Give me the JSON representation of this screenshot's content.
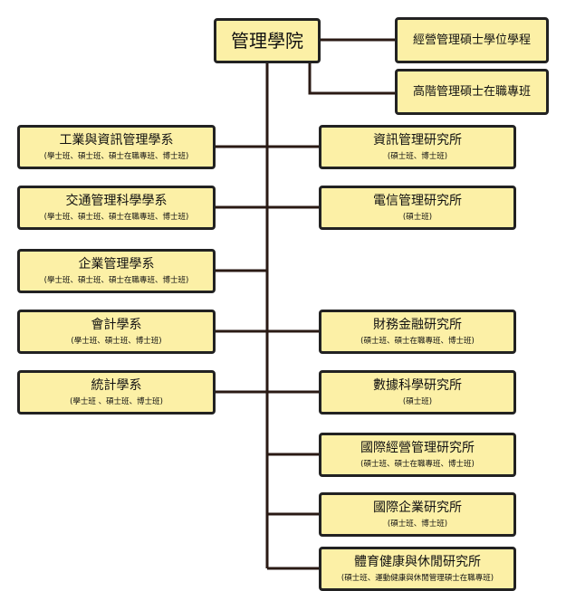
{
  "root": {
    "title": "管理學院"
  },
  "programs": [
    {
      "title": "經營管理碩士學位學程"
    },
    {
      "title": "高階管理碩士在職專班"
    }
  ],
  "departments": [
    {
      "title": "工業與資訊管理學系",
      "degrees": "(學士班、碩士班、碩士在職專班、博士班)"
    },
    {
      "title": "交通管理科學學系",
      "degrees": "(學士班、碩士班、碩士在職專班、博士班)"
    },
    {
      "title": "企業管理學系",
      "degrees": "(學士班、碩士班、碩士在職專班、博士班)"
    },
    {
      "title": "會計學系",
      "degrees": "(學士班、碩士班、博士班)"
    },
    {
      "title": "統計學系",
      "degrees": "(學士班 、碩士班、博士班)"
    }
  ],
  "institutes": [
    {
      "title": "資訊管理研究所",
      "degrees": "(碩士班、博士班)"
    },
    {
      "title": "電信管理研究所",
      "degrees": "(碩士班)"
    },
    {
      "title": "財務金融研究所",
      "degrees": "(碩士班、碩士在職專班、博士班)"
    },
    {
      "title": "數據科學研究所",
      "degrees": "(碩士班)"
    },
    {
      "title": "國際經營管理研究所",
      "degrees": "(碩士班、碩士在職專班、博士班)"
    },
    {
      "title": "國際企業研究所",
      "degrees": "(碩士班、博士班)"
    },
    {
      "title": "體育健康與休閒研究所",
      "degrees": "(碩士班、運動健康與休閒管理碩士在職專班)"
    }
  ],
  "colors": {
    "box_fill": "#fcf0a6",
    "line": "#2a1a14",
    "border": "#222222"
  }
}
